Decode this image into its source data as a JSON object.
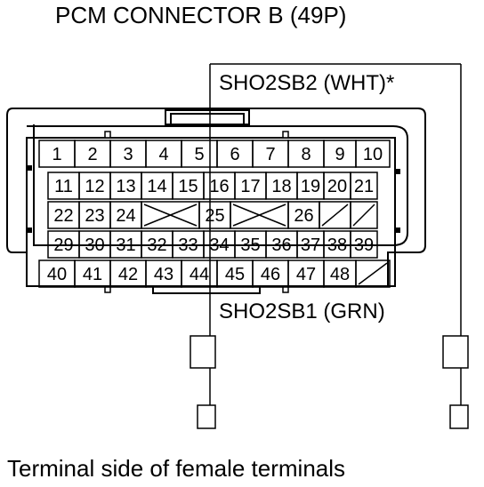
{
  "title": "PCM CONNECTOR B (49P)",
  "label_top": "SHO2SB2 (WHT)*",
  "label_bottom": "SHO2SB1 (GRN)",
  "caption": "Terminal side of female terminals",
  "rows": [
    [
      "1",
      "2",
      "3",
      "4",
      "5",
      "6",
      "7",
      "8",
      "9",
      "10"
    ],
    [
      "11",
      "12",
      "13",
      "14",
      "15",
      "16",
      "17",
      "18",
      "19",
      "20",
      "21"
    ],
    [
      "22",
      "23",
      "24",
      "25",
      "26"
    ],
    [
      "29",
      "30",
      "31",
      "32",
      "33",
      "34",
      "35",
      "36",
      "37",
      "38",
      "39"
    ],
    [
      "40",
      "41",
      "42",
      "43",
      "44",
      "45",
      "46",
      "47",
      "48"
    ]
  ]
}
